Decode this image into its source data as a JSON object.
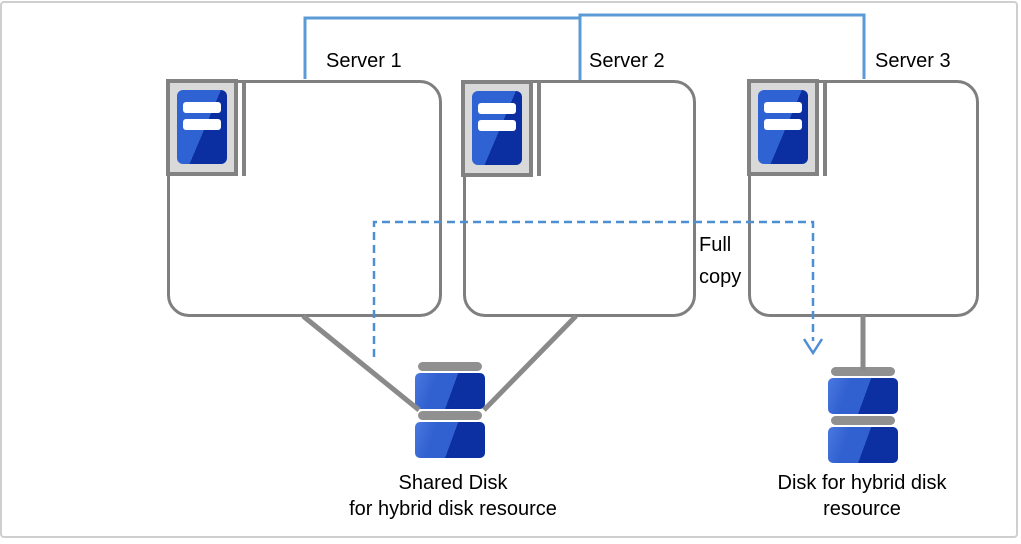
{
  "figure": {
    "title_hint": "Hybrid disk resource diagram",
    "servers": [
      {
        "label": "Server 1"
      },
      {
        "label": "Server 2"
      },
      {
        "label": "Server 3"
      }
    ],
    "full_copy_label": "Full copy",
    "shared_disk_label": "Shared Disk\nfor hybrid disk resource",
    "hybrid_disk_label": "Disk for hybrid disk\nresource",
    "icons": {
      "server": "server-icon",
      "disk": "disk-stack-icon",
      "arrow": "down-arrow-icon"
    },
    "colors": {
      "network_line": "#5b9bd5",
      "copy_dash_line": "#4e8fd4",
      "connector_gray": "#8a8a8a",
      "box_border": "#7f7f7f",
      "icon_frame_fill": "#d9d9d9",
      "blue_light": "#3161d0",
      "blue_dark": "#0c2fa2"
    }
  }
}
